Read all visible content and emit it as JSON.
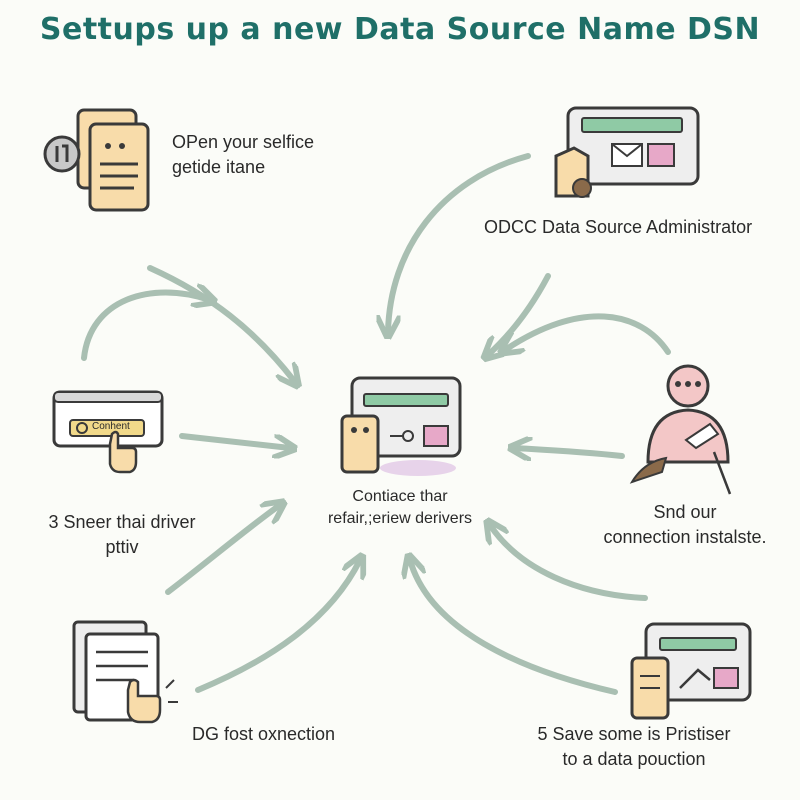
{
  "title": "Settups up a new Data Source Name DSN",
  "steps": {
    "open": {
      "line1": "OPen your selfice",
      "line2": "getide itane",
      "icon": "documents-icon"
    },
    "odbc_admin": {
      "text": "ODCC Data Source Administrator",
      "icon": "window-icon"
    },
    "select_driver": {
      "line1": "3 Sneer thai driver",
      "line2": "pttiv",
      "icon": "click-button-icon",
      "button_text": "Conhent"
    },
    "center": {
      "line1": "Contiace thar",
      "line2": "refair,;eriew derivers",
      "icon": "central-window-icon"
    },
    "send_connection": {
      "line1": "Snd our",
      "line2": "connection instalste.",
      "icon": "person-icon"
    },
    "test_connection": {
      "text": "DG fost oxnection",
      "icon": "document-click-icon"
    },
    "save": {
      "line1": "5 Save some is Pristiser",
      "line2": "to a data pouction",
      "icon": "save-window-icon"
    }
  },
  "colors": {
    "title": "#1f6f68",
    "arrow": "#a9bfb2",
    "paper": "#f8dcaa",
    "window": "#eeeeee",
    "window_bar": "#8fcaa5",
    "accent": "#e7a8c8",
    "outline": "#3a3a3a"
  }
}
